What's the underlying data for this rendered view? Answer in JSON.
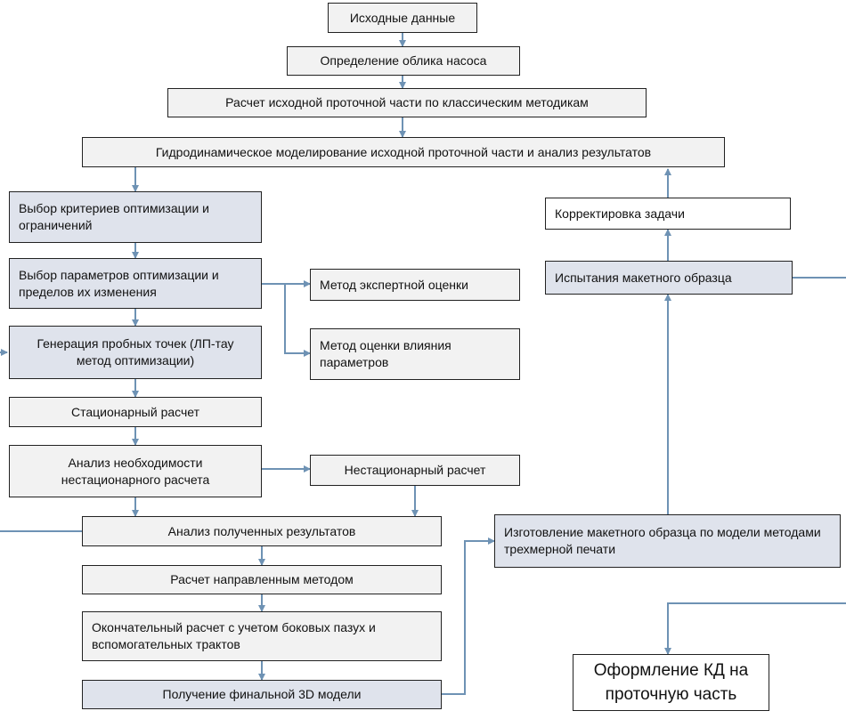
{
  "colors": {
    "connector": "#6e92b4",
    "box_fill": "#f2f2f2",
    "highlight_fill": "#dfe3ec",
    "border": "#222222"
  },
  "nodes": {
    "source_data": "Исходные данные",
    "pump_concept": "Определение облика насоса",
    "initial_flow_calc": "Расчет исходной проточной части по классическим методикам",
    "hydro_modeling": "Гидродинамическое моделирование исходной проточной части и анализ результатов",
    "criteria_select": "Выбор критериев оптимизации и ограничений",
    "params_select": "Выбор параметров оптимизации и пределов их изменения",
    "expert_method": "Метод экспертной оценки",
    "influence_method": "Метод оценки влияния параметров",
    "trial_points": "Генерация пробных точек (ЛП-тау метод оптимизации)",
    "stationary_calc": "Стационарный расчет",
    "nonstationary_need": "Анализ необходимости нестационарного расчета",
    "nonstationary_calc": "Нестационарный расчет",
    "results_analysis": "Анализ полученных результатов",
    "directed_calc": "Расчет направленным методом",
    "final_calc": "Окончательный расчет с учетом боковых пазух и вспомогательных трактов",
    "final_model": "Получение финальной 3D модели",
    "prototype_making": "Изготовление макетного образца по модели методами трехмерной печати",
    "prototype_tests": "Испытания макетного образца",
    "task_correction": "Корректировка задачи",
    "design_docs": "Оформление КД на проточную часть"
  }
}
